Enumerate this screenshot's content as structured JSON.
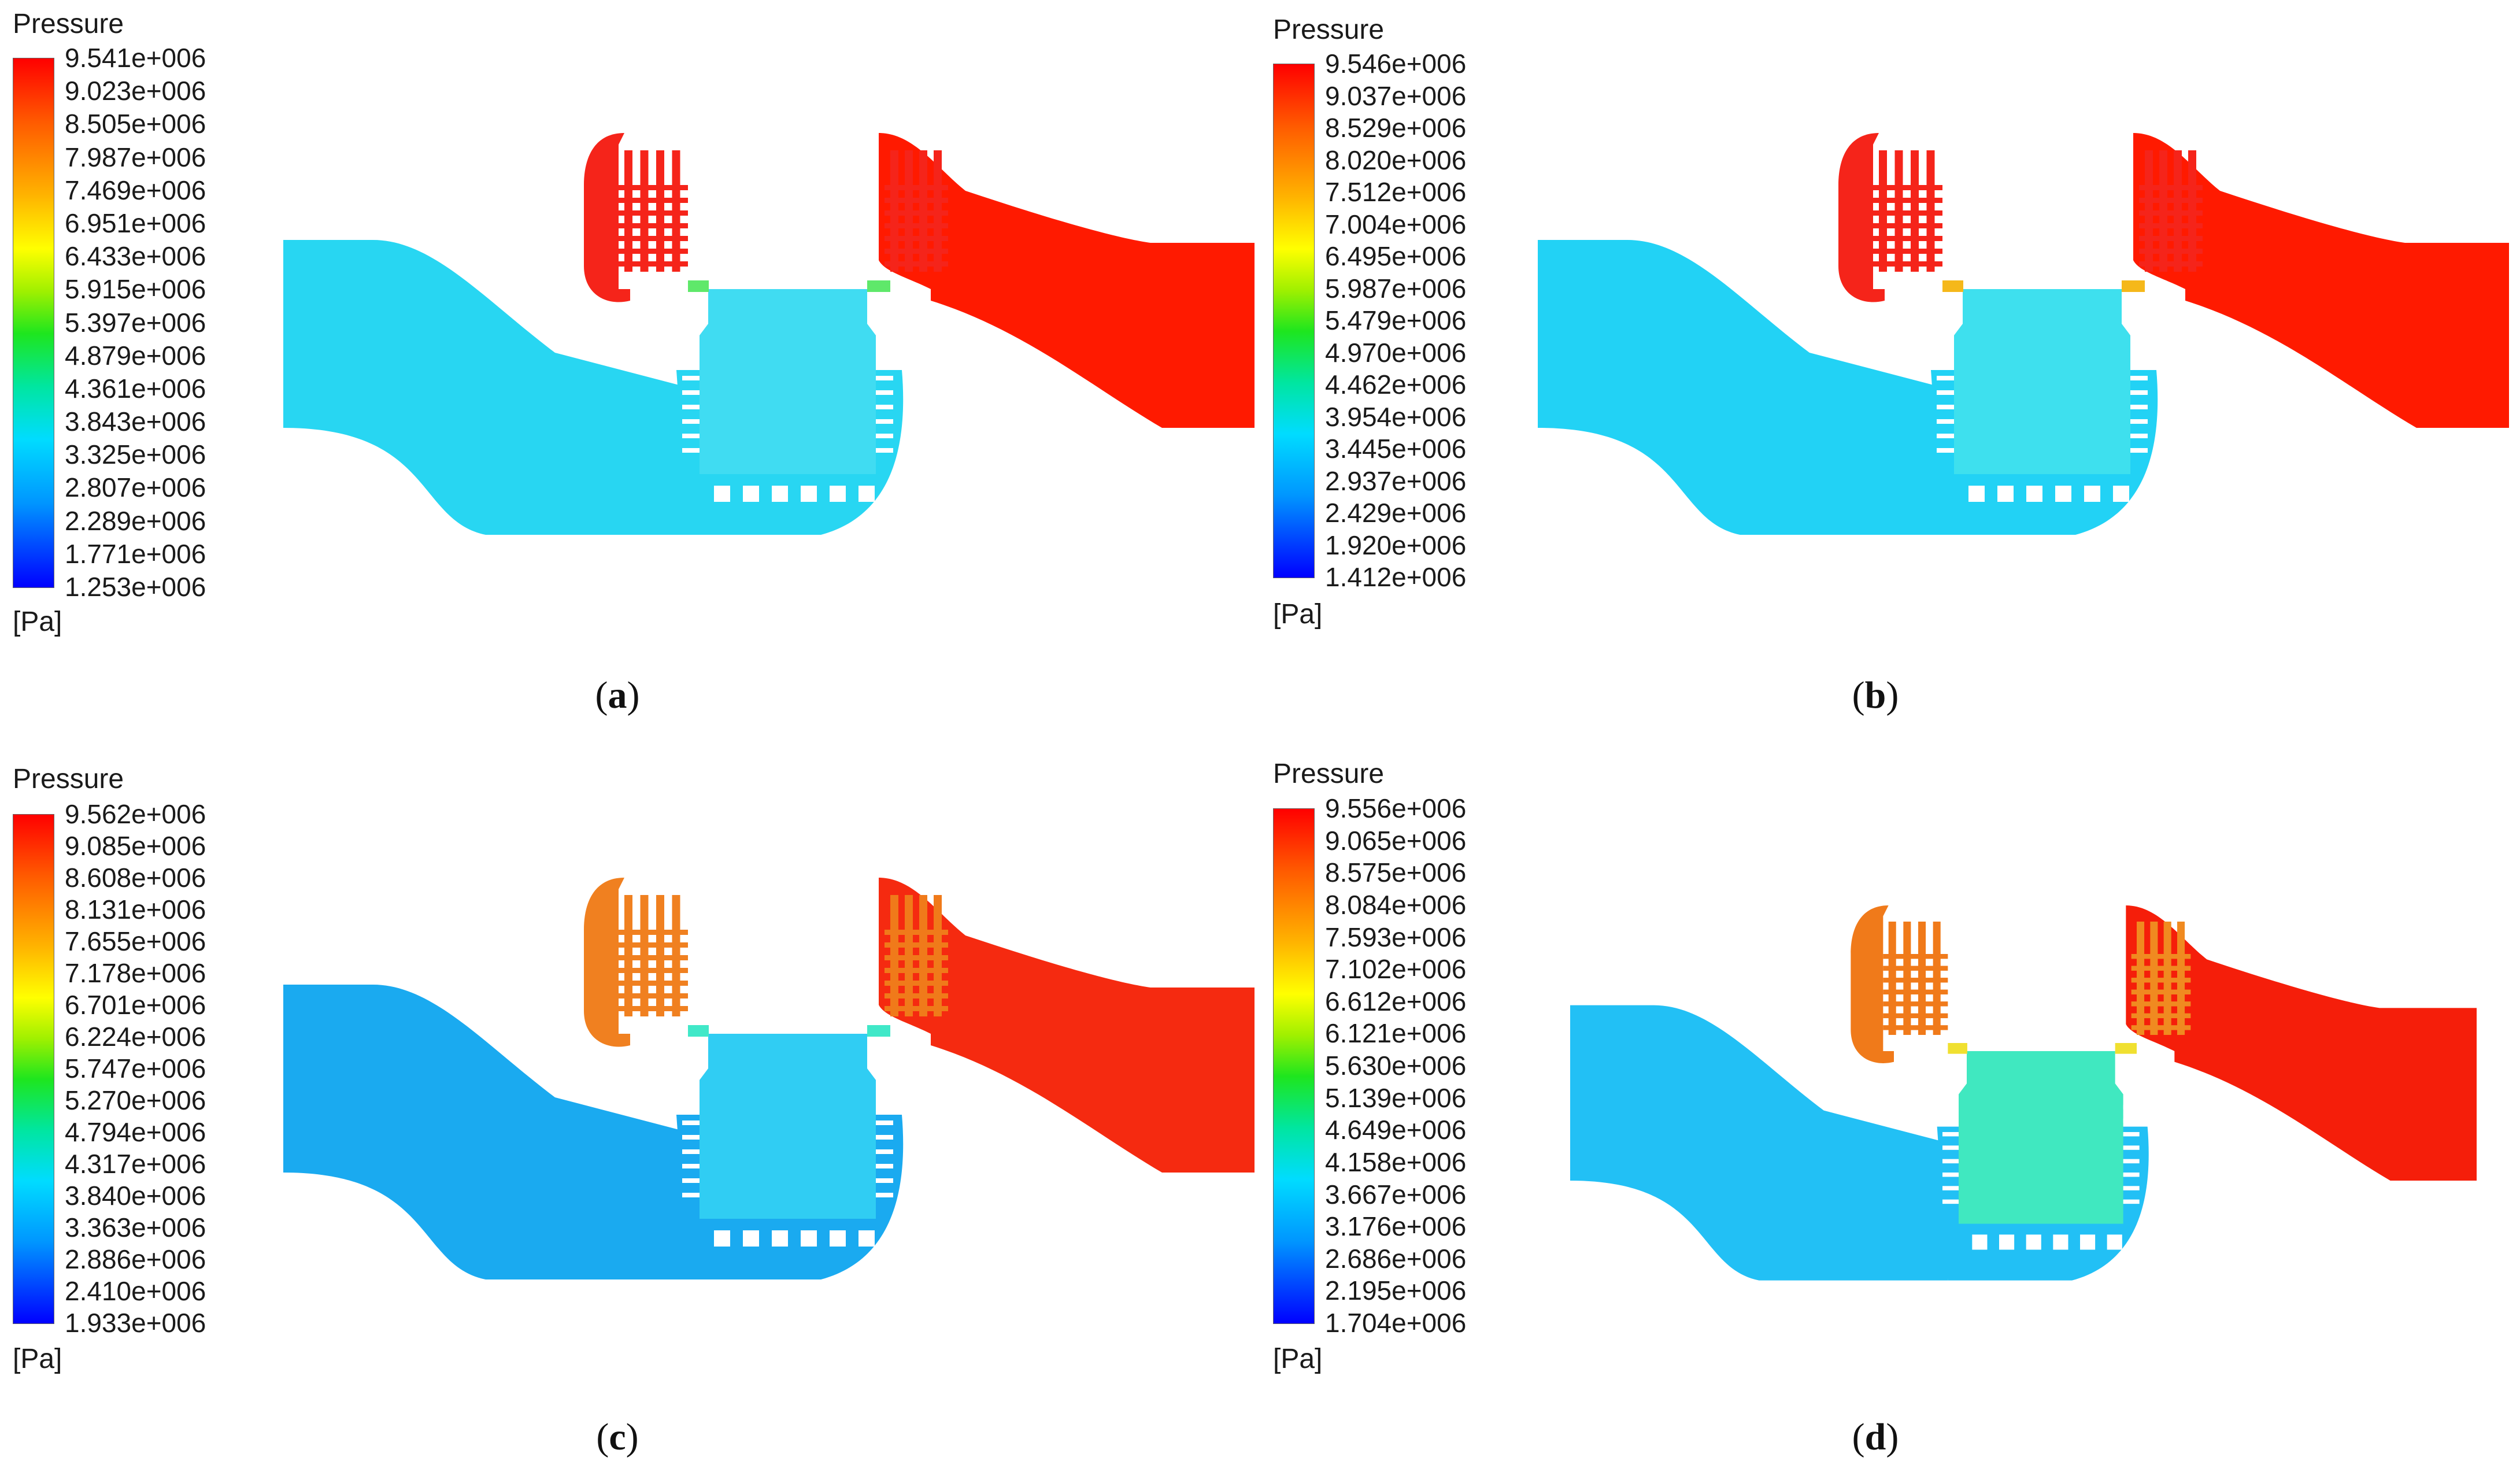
{
  "panels": [
    {
      "caption_letter": "a",
      "legend": {
        "title": "Pressure",
        "unit": "[Pa]",
        "ticks": [
          "9.541e+006",
          "9.023e+006",
          "8.505e+006",
          "7.987e+006",
          "7.469e+006",
          "6.951e+006",
          "6.433e+006",
          "5.915e+006",
          "5.397e+006",
          "4.879e+006",
          "4.361e+006",
          "3.843e+006",
          "3.325e+006",
          "2.807e+006",
          "2.289e+006",
          "1.771e+006",
          "1.253e+006"
        ]
      },
      "colors": {
        "left_duct": "#28d6f2",
        "chamber": "#40dcf2",
        "right_duct": "#ff1a00",
        "left_fins": "#f5241a",
        "right_fins": "#f5241a",
        "gap": "#5fe86a"
      }
    },
    {
      "caption_letter": "b",
      "legend": {
        "title": "Pressure",
        "unit": "[Pa]",
        "ticks": [
          "9.546e+006",
          "9.037e+006",
          "8.529e+006",
          "8.020e+006",
          "7.512e+006",
          "7.004e+006",
          "6.495e+006",
          "5.987e+006",
          "5.479e+006",
          "4.970e+006",
          "4.462e+006",
          "3.954e+006",
          "3.445e+006",
          "2.937e+006",
          "2.429e+006",
          "1.920e+006",
          "1.412e+006"
        ]
      },
      "colors": {
        "left_duct": "#22d2f5",
        "chamber": "#3ee0ee",
        "right_duct": "#ff1a00",
        "left_fins": "#f5241a",
        "right_fins": "#f5241a",
        "gap": "#f5b81a"
      }
    },
    {
      "caption_letter": "c",
      "legend": {
        "title": "Pressure",
        "unit": "[Pa]",
        "ticks": [
          "9.562e+006",
          "9.085e+006",
          "8.608e+006",
          "8.131e+006",
          "7.655e+006",
          "7.178e+006",
          "6.701e+006",
          "6.224e+006",
          "5.747e+006",
          "5.270e+006",
          "4.794e+006",
          "4.317e+006",
          "3.840e+006",
          "3.363e+006",
          "2.886e+006",
          "2.410e+006",
          "1.933e+006"
        ]
      },
      "colors": {
        "left_duct": "#1aaaf0",
        "chamber": "#30cdf3",
        "right_duct": "#f52a10",
        "left_fins": "#f08020",
        "right_fins": "#f07a1a",
        "gap": "#40e8c8"
      }
    },
    {
      "caption_letter": "d",
      "legend": {
        "title": "Pressure",
        "unit": "[Pa]",
        "ticks": [
          "9.556e+006",
          "9.065e+006",
          "8.575e+006",
          "8.084e+006",
          "7.593e+006",
          "7.102e+006",
          "6.612e+006",
          "6.121e+006",
          "5.630e+006",
          "5.139e+006",
          "4.649e+006",
          "4.158e+006",
          "3.667e+006",
          "3.176e+006",
          "2.686e+006",
          "2.195e+006",
          "1.704e+006"
        ]
      },
      "colors": {
        "left_duct": "#22c0f5",
        "chamber": "#40e8c0",
        "right_duct": "#f51e0a",
        "left_fins": "#f07a1a",
        "right_fins": "#f08a20",
        "gap": "#f0e030"
      }
    }
  ]
}
